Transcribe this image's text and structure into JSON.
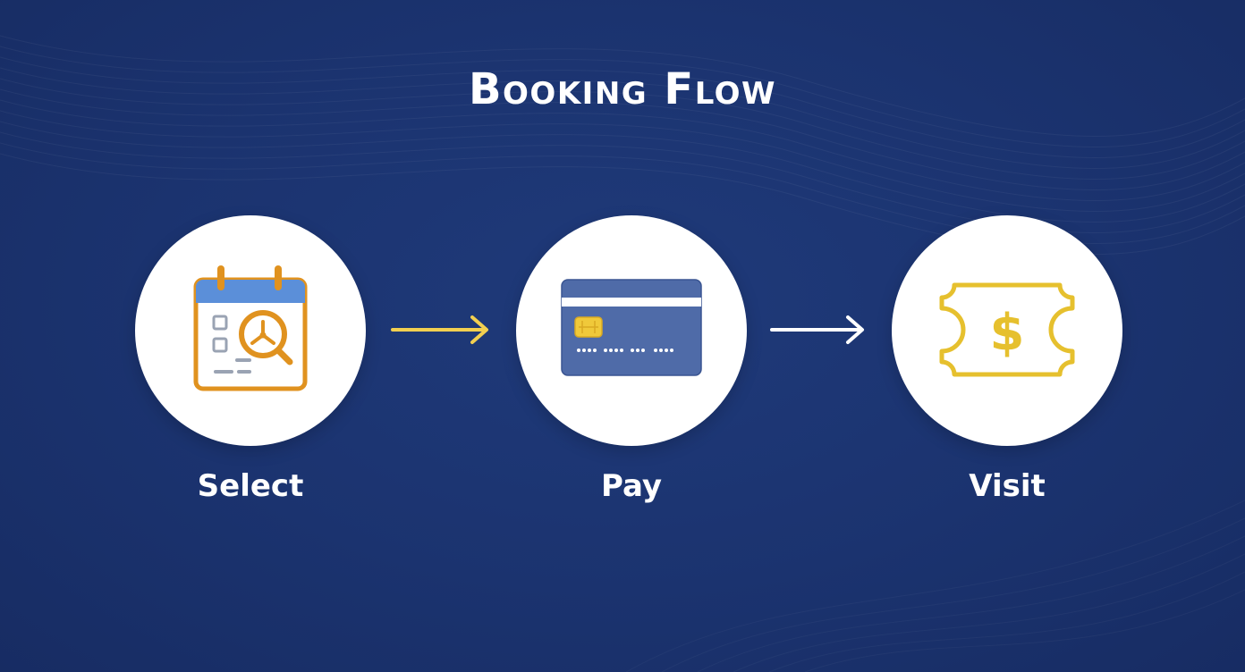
{
  "title": "Booking Flow",
  "steps": [
    {
      "label": "Select",
      "icon": "calendar-search-icon"
    },
    {
      "label": "Pay",
      "icon": "credit-card-icon"
    },
    {
      "label": "Visit",
      "icon": "ticket-icon"
    }
  ],
  "ticket_symbol": "$",
  "colors": {
    "background": "#1b336f",
    "accent_orange": "#e0921f",
    "accent_yellow": "#f0c93a",
    "calendar_header": "#5b8fd9",
    "card_blue": "#4f6ba8",
    "arrow_1": "#f2cf50",
    "arrow_2": "#ffffff"
  }
}
